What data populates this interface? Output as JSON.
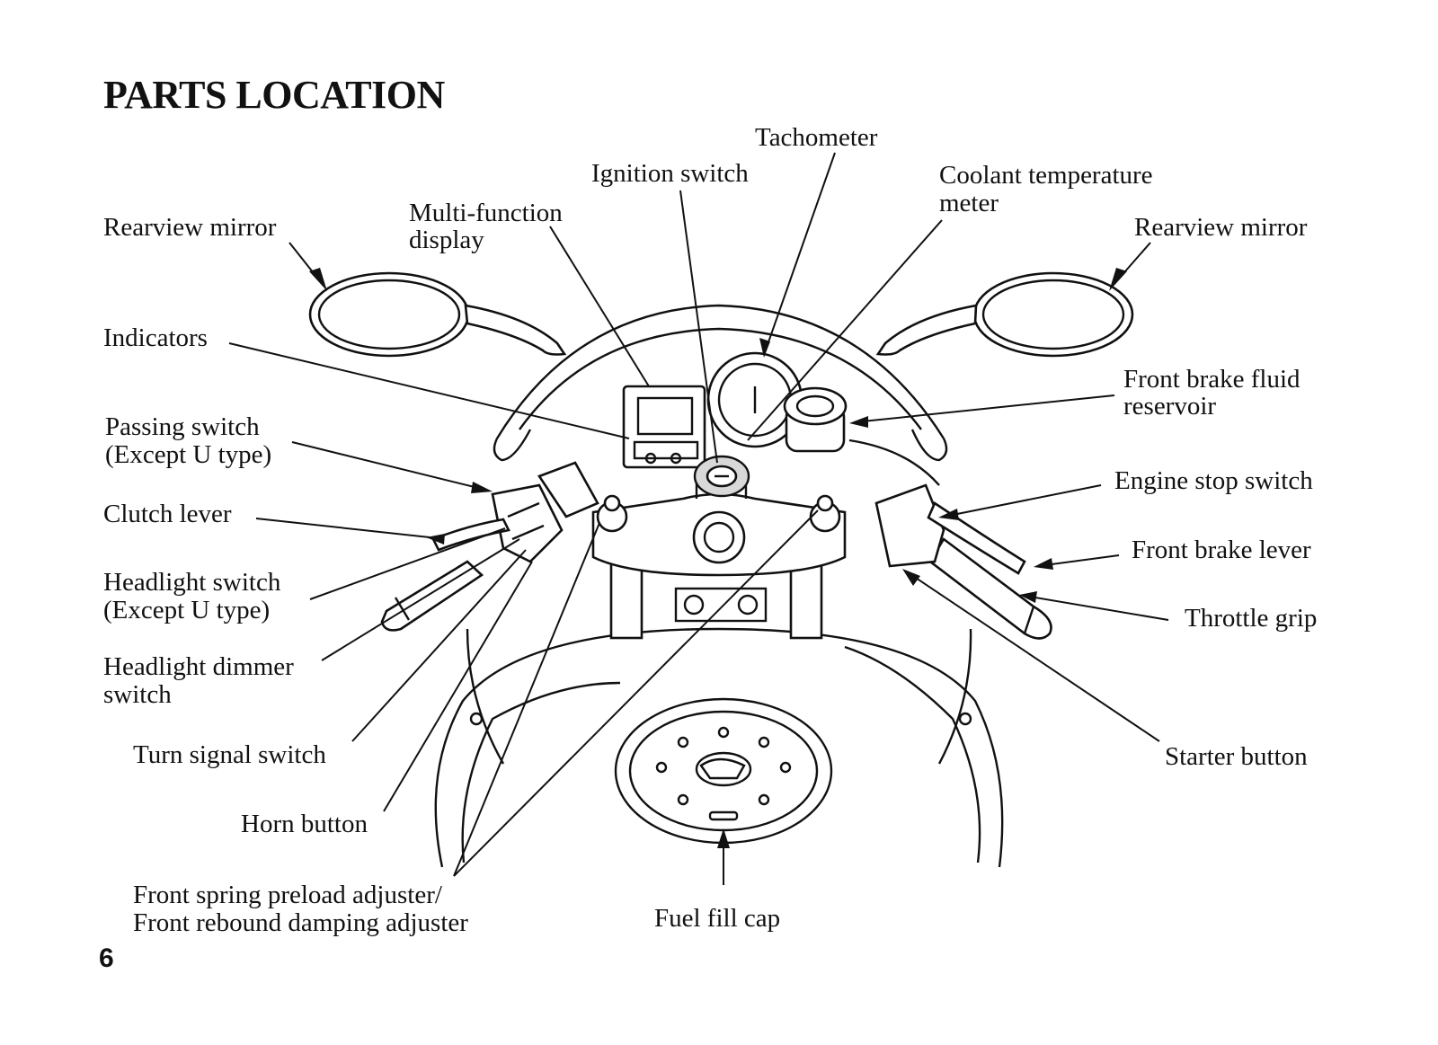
{
  "title": "PARTS LOCATION",
  "page_number": "6",
  "labels": {
    "rearview_mirror_left": "Rearview mirror",
    "multi_function_1": "Multi-function",
    "multi_function_2": "display",
    "ignition_switch": "Ignition switch",
    "tachometer": "Tachometer",
    "coolant_1": "Coolant temperature",
    "coolant_2": "meter",
    "rearview_mirror_right": "Rearview mirror",
    "indicators": "Indicators",
    "front_brake_fluid_1": "Front brake fluid",
    "front_brake_fluid_2": "reservoir",
    "passing_1": "Passing switch",
    "passing_2": "(Except U type)",
    "engine_stop": "Engine stop switch",
    "clutch_lever": "Clutch lever",
    "front_brake_lever": "Front brake lever",
    "headlight_switch_1": "Headlight switch",
    "headlight_switch_2": "(Except U type)",
    "throttle_grip": "Throttle grip",
    "dimmer_1": "Headlight dimmer",
    "dimmer_2": "switch",
    "turn_signal": "Turn signal switch",
    "starter_button": "Starter button",
    "horn_button": "Horn button",
    "preload_1": "Front spring preload adjuster/",
    "preload_2": "Front rebound damping adjuster",
    "fuel_fill_cap": "Fuel fill cap"
  }
}
